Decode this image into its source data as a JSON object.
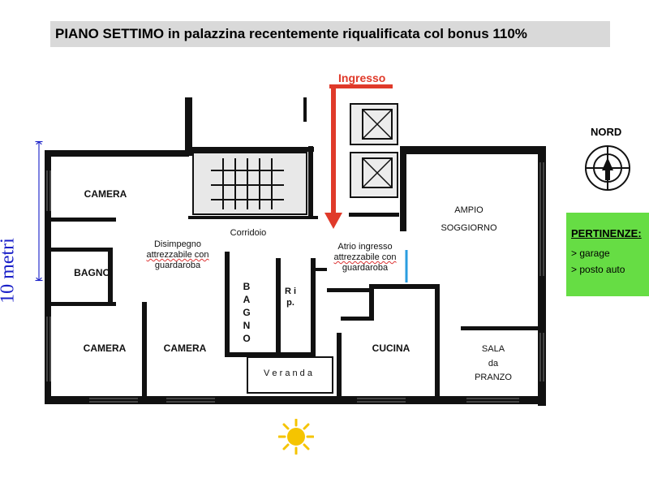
{
  "title": "PIANO SETTIMO  in palazzina recentemente riqualificata col bonus 110%",
  "entrance_label": "Ingresso",
  "scale_label": "10 metri",
  "compass_label": "NORD",
  "rooms": {
    "camera_top": "CAMERA",
    "bagno_left": "BAGNO",
    "camera_bottom_left": "CAMERA",
    "camera_bottom_mid": "CAMERA",
    "corridoio": "Corridoio",
    "disimpegno_1": "Disimpegno",
    "disimpegno_2": "attrezzabile con",
    "disimpegno_3": "guardaroba",
    "bagno_vertical": "B A G N O",
    "rip": "R i p.",
    "veranda": "V e r a n d a",
    "atrio_1": "Atrio ingresso",
    "atrio_2": "attrezzabile con",
    "atrio_3": "guardaroba",
    "soggiorno_1": "AMPIO",
    "soggiorno_2": "SOGGIORNO",
    "cucina": "CUCINA",
    "sala_1": "SALA",
    "sala_2": "da",
    "sala_3": "PRANZO"
  },
  "pertinenze": {
    "title": "PERTINENZE:",
    "items": [
      "> garage",
      "> posto auto"
    ]
  },
  "colors": {
    "banner_bg": "#d9d9d9",
    "entrance_arrow": "#e03a2a",
    "scale": "#1a20c8",
    "pertinenze_bg": "#66dd44",
    "wall": "#111111",
    "sun": "#f5c400",
    "atrio_door": "#2a9de0"
  },
  "icons": [
    "compass-icon",
    "sun-icon",
    "entrance-arrow-icon"
  ]
}
